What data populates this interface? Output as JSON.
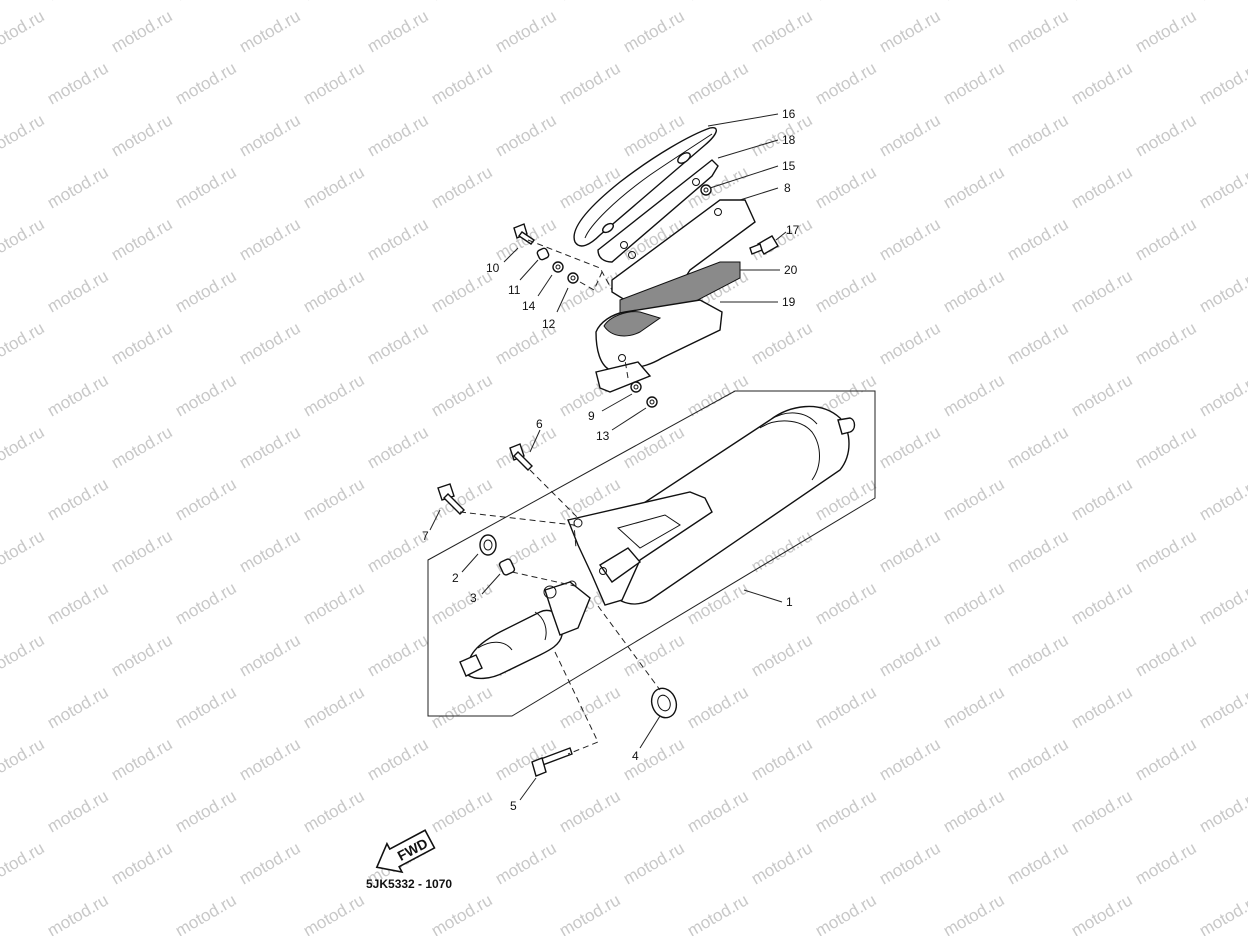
{
  "watermark": "motod.ru",
  "diagram_code": "5JK5332 - 1070",
  "fwd_label": "FWD",
  "callouts": {
    "p1": "1",
    "p2": "2",
    "p3": "3",
    "p4": "4",
    "p5": "5",
    "p6": "6",
    "p7": "7",
    "p8": "8",
    "p9": "9",
    "p10": "10",
    "p11": "11",
    "p12": "12",
    "p13": "13",
    "p14": "14",
    "p15": "15",
    "p16": "16",
    "p17": "17",
    "p18": "18",
    "p19": "19",
    "p20": "20"
  },
  "colors": {
    "watermark": "#c8c8c8",
    "line": "#111111",
    "shaded": "#8a8a8a"
  }
}
